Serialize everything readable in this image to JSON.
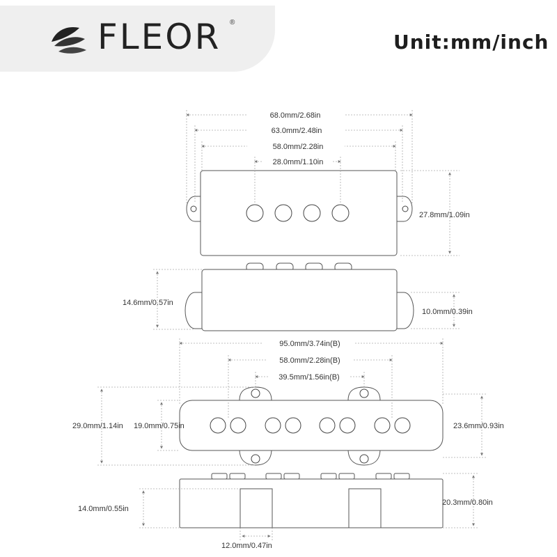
{
  "brand": {
    "name": "FLEOR",
    "registered": "®",
    "logo_icon": "leaf-logo-icon"
  },
  "unit_label": "Unit:mm/inch",
  "p_bass": {
    "dim_68": "68.0mm/2.68in",
    "dim_63": "63.0mm/2.48in",
    "dim_58": "58.0mm/2.28in",
    "dim_28": "28.0mm/1.10in",
    "dim_27_8": "27.8mm/1.09in",
    "dim_14_6": "14.6mm/0.57in",
    "dim_10": "10.0mm/0.39in"
  },
  "j_bass": {
    "dim_95": "95.0mm/3.74in(B)",
    "dim_58": "58.0mm/2.28in(B)",
    "dim_39_5": "39.5mm/1.56in(B)",
    "dim_29": "29.0mm/1.14in",
    "dim_19": "19.0mm/0.75in",
    "dim_23_6": "23.6mm/0.93in",
    "dim_14": "14.0mm/0.55in",
    "dim_20_3": "20.3mm/0.80in",
    "dim_12": "12.0mm/0.47in"
  }
}
